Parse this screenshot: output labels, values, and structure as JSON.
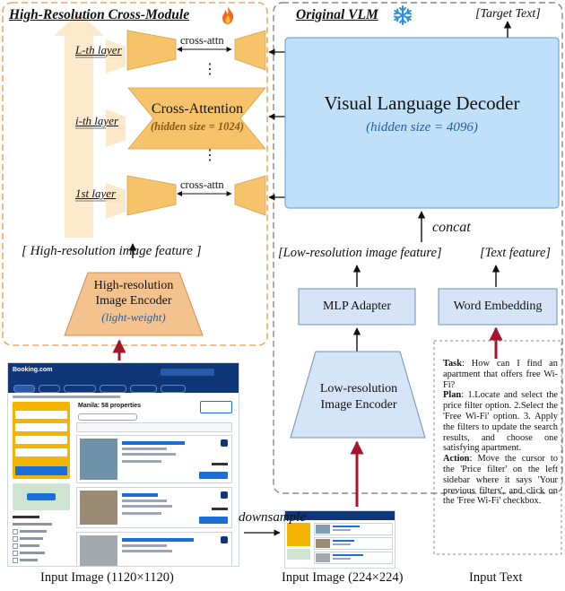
{
  "left_panel": {
    "title": "High-Resolution Cross-Module",
    "title_icon": "fire-icon",
    "layers": [
      "L-th layer",
      "i-th layer",
      "1st layer"
    ],
    "cross_attn_label": "cross-attn",
    "cross_attention_title": "Cross-Attention",
    "cross_attention_sub": "(hidden size = 1024)",
    "dots": "⋮",
    "feature_label": "[ High-resolution image feature ]",
    "encoder_line1": "High-resolution",
    "encoder_line2": "Image Encoder",
    "encoder_sub": "(light-weight)"
  },
  "right_panel": {
    "title": "Original VLM",
    "title_icon": "snowflake-icon",
    "target_text": "[Target Text]",
    "decoder_title": "Visual Language Decoder",
    "decoder_sub": "(hidden size = 4096)",
    "concat_label": "concat",
    "low_res_feature": "[Low-resolution image feature]",
    "text_feature": "[Text feature]",
    "mlp_adapter": "MLP Adapter",
    "word_embedding": "Word Embedding",
    "low_res_encoder_line1": "Low-resolution",
    "low_res_encoder_line2": "Image Encoder"
  },
  "input_text": {
    "task_label": "Task",
    "task_text": ": How can I find an apartment that offers free Wi-Fi?",
    "plan_label": "Plan",
    "plan_text": ": 1.Locate and select the price filter option. 2.Select the 'Free Wi-Fi' option. 3. Apply the filters to update the search results, and choose one satisfying apartment.",
    "action_label": "Action",
    "action_text": ": Move the cursor to the 'Price filter' on the left sidebar where it says 'Your previous filters', and click on the 'Free Wi-Fi' checkbox."
  },
  "captions": {
    "input_large": "Input Image (1120×1120)",
    "input_small": "Input Image (224×224)",
    "input_text": "Input Text",
    "downsample": "downsample"
  },
  "booking": {
    "logo": "Booking.com",
    "results_title": "Manila: 58 properties"
  },
  "colors": {
    "orange_border": "#f0a860",
    "decoder_fill": "#bfe0f8",
    "box_fill": "#d6e4f7",
    "trapezoid_fill": "#f4c28c",
    "hourglass_fill": "#f6c36a",
    "arrow_red": "#a3162c"
  }
}
